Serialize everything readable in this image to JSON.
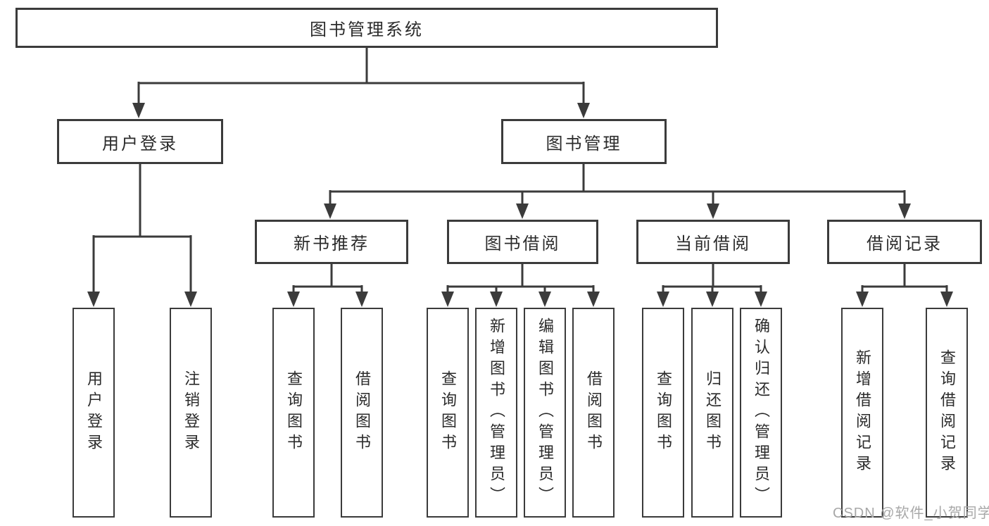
{
  "diagram": {
    "type": "hierarchy-tree",
    "watermark": "CSDN @软件_小贺同学",
    "colors": {
      "line": "#3b3b3b",
      "box_border": "#3b3b3b",
      "box_fill": "#ffffff",
      "text": "#2b2b2b",
      "watermark": "#a8a8a8"
    },
    "nodes": [
      {
        "id": "root",
        "label": "图书管理系统",
        "level": 1,
        "parent": null
      },
      {
        "id": "user-login",
        "label": "用户登录",
        "level": 2,
        "parent": "root"
      },
      {
        "id": "book-management",
        "label": "图书管理",
        "level": 2,
        "parent": "root"
      },
      {
        "id": "leaf-user-login",
        "label": "用户登录",
        "level": 3,
        "parent": "user-login"
      },
      {
        "id": "leaf-logout",
        "label": "注销登录",
        "level": 3,
        "parent": "user-login"
      },
      {
        "id": "new-book-recommend",
        "label": "新书推荐",
        "level": 3,
        "parent": "book-management"
      },
      {
        "id": "book-borrowing",
        "label": "图书借阅",
        "level": 3,
        "parent": "book-management"
      },
      {
        "id": "current-borrowing",
        "label": "当前借阅",
        "level": 3,
        "parent": "book-management"
      },
      {
        "id": "borrowing-records",
        "label": "借阅记录",
        "level": 3,
        "parent": "book-management"
      },
      {
        "id": "leaf-query-books-1",
        "label": "查询图书",
        "level": 4,
        "parent": "new-book-recommend"
      },
      {
        "id": "leaf-borrow-books-1",
        "label": "借阅图书",
        "level": 4,
        "parent": "new-book-recommend"
      },
      {
        "id": "leaf-query-books-2",
        "label": "查询图书",
        "level": 4,
        "parent": "book-borrowing"
      },
      {
        "id": "leaf-add-books",
        "label": "新增图书（管理员）",
        "level": 4,
        "parent": "book-borrowing"
      },
      {
        "id": "leaf-edit-books",
        "label": "编辑图书（管理员）",
        "level": 4,
        "parent": "book-borrowing"
      },
      {
        "id": "leaf-borrow-books-2",
        "label": "借阅图书",
        "level": 4,
        "parent": "book-borrowing"
      },
      {
        "id": "leaf-query-books-3",
        "label": "查询图书",
        "level": 4,
        "parent": "current-borrowing"
      },
      {
        "id": "leaf-return-books",
        "label": "归还图书",
        "level": 4,
        "parent": "current-borrowing"
      },
      {
        "id": "leaf-confirm-return",
        "label": "确认归还（管理员）",
        "level": 4,
        "parent": "current-borrowing"
      },
      {
        "id": "leaf-add-record",
        "label": "新增借阅记录",
        "level": 4,
        "parent": "borrowing-records"
      },
      {
        "id": "leaf-query-record",
        "label": "查询借阅记录",
        "level": 4,
        "parent": "borrowing-records"
      }
    ]
  }
}
